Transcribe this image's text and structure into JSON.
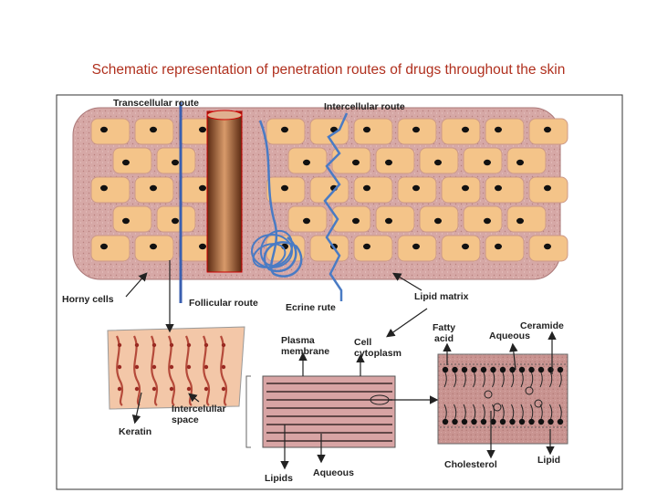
{
  "title": "Schematic representation of penetration routes of drugs throughout the skin",
  "labels": {
    "transcellular": "Transcellular route",
    "intercellular": "Intercellular route",
    "horny": "Horny cells",
    "follicular": "Follicular route",
    "ecrine": "Ecrine rute",
    "lipid_matrix": "Lipid matrix",
    "plasma_1": "Plasma",
    "plasma_2": "membrane",
    "cytoplasm_1": "Cell",
    "cytoplasm_2": "cytoplasm",
    "fatty_1": "Fatty",
    "fatty_2": "acid",
    "ceramide": "Ceramide",
    "aqueous_right": "Aqueous",
    "intercell_space_1": "Intercelullar",
    "intercell_space_2": "space",
    "keratin": "Keratin",
    "lipids": "Lipids",
    "aqueous_bottom": "Aqueous",
    "cholesterol": "Cholesterol",
    "lipid": "Lipid"
  },
  "colors": {
    "title": "#b0301e",
    "skin": "#d8a9a7",
    "cell": "#f4c489",
    "nucleus": "#111111",
    "route_blue": "#4a7bc4",
    "follicle": "#9c4a24",
    "lipid_panel": "#c48c88"
  }
}
